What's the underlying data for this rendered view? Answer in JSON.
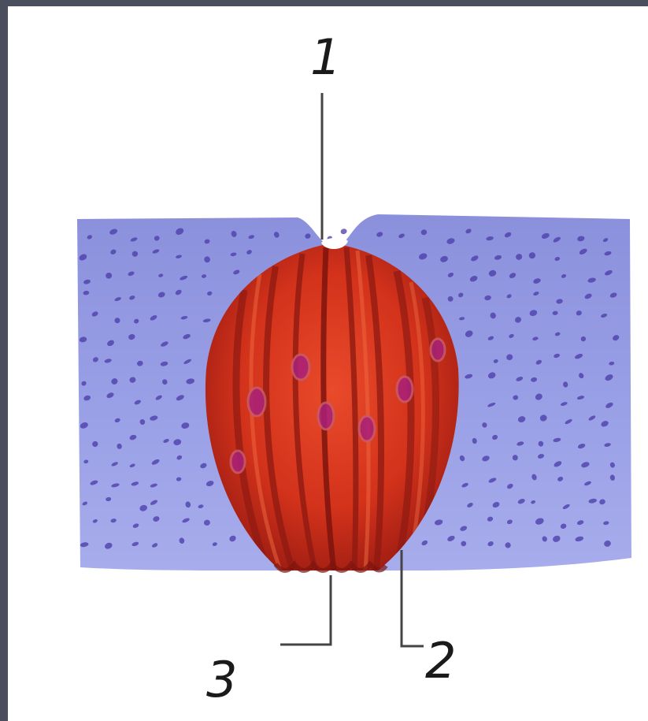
{
  "labels": {
    "l1": "1",
    "l2": "2",
    "l3": "3"
  },
  "colors": {
    "frame_background": "#4b4e5c",
    "epithelium": "#8e95e0",
    "epithelium_nuclei": "#4a3aa8",
    "bud_red": "#d6331c",
    "bud_dark": "#8e1a12",
    "pore": "#ffffff",
    "leader_lines": "#444444"
  }
}
